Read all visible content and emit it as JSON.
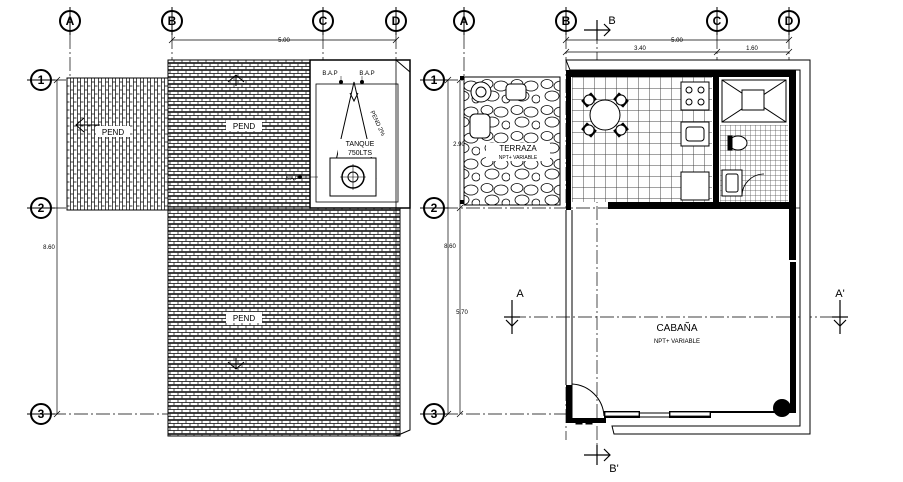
{
  "grid": {
    "columns": [
      "A",
      "B",
      "C",
      "D"
    ],
    "rows": [
      "1",
      "2",
      "3"
    ]
  },
  "roof_plan": {
    "dim_total": "5.00",
    "dim_side": "8.60",
    "labels": {
      "pend_left": "PEND",
      "pend_upper": "PEND",
      "pend_lower": "PEND",
      "pend_tank": "PEND 2%",
      "tank_line1": "TANQUE",
      "tank_line2": "750LTS",
      "bap1": "B.A.P",
      "bap2": "B.A.P",
      "bap3": "B.A.P"
    }
  },
  "floor_plan": {
    "dim_total": "5.00",
    "dim_left": "3.40",
    "dim_right": "1.60",
    "dim_side": "8.60",
    "dim_lower": "5.70",
    "dim_terrace": "2.90",
    "terraza_label": "TERRAZA",
    "terraza_npt": "NPT+ VARIABLE",
    "cabana_label": "CABAÑA",
    "cabana_npt": "NPT+ VARIABLE",
    "section_a_left": "A",
    "section_a_right": "A'",
    "section_b_top": "B",
    "section_b_bottom": "B'"
  }
}
